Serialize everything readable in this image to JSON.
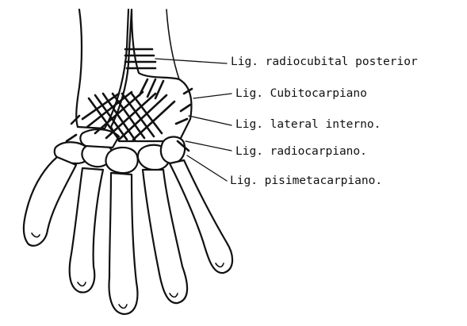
{
  "labels": [
    "Lig. radiocubital posterior",
    "Lig. Cubitocarpiano",
    "Lig. lateral interno.",
    "Lig. radiocarpiano.",
    "Lig. pisimetacarpiano."
  ],
  "colors": {
    "ink": "#111111",
    "paper": "#ffffff"
  }
}
